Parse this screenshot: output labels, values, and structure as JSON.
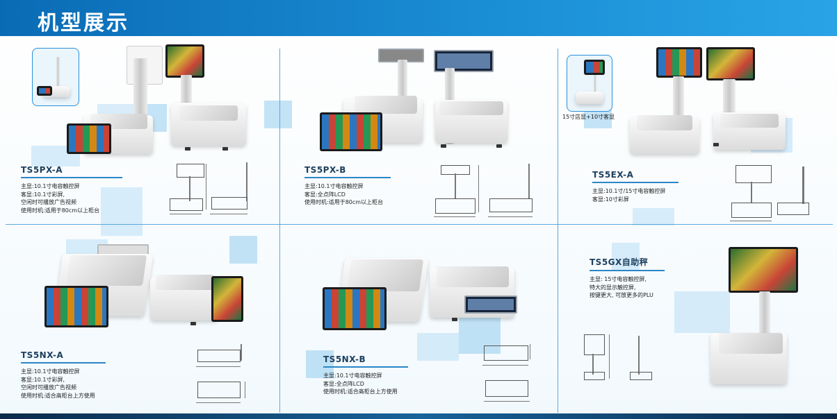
{
  "header": {
    "title": "机型展示"
  },
  "thumbs": {
    "ex_caption": "15寸店显+10寸客显"
  },
  "models": [
    {
      "name": "TS5PX-A",
      "specs": [
        "主显:10.1寸电容触控屏",
        "客显:10.1寸彩屏,",
        "空闲时可播放广告视频",
        "使用时机:适用于80cm以上柜台"
      ]
    },
    {
      "name": "TS5PX-B",
      "specs": [
        "主显:10.1寸电容触控屏",
        "客显:全点阵LCD",
        "使用时机:适用于80cm以上柜台"
      ]
    },
    {
      "name": "TS5EX-A",
      "specs": [
        "主显:10.1寸/15寸电容触控屏",
        "客显:10寸彩屏"
      ]
    },
    {
      "name": "TS5NX-A",
      "specs": [
        "主显:10.1寸电容触控屏",
        "客显:10.1寸彩屏,",
        "空闲时可播放广告视频",
        "使用时机:适合高柜台上方使用"
      ]
    },
    {
      "name": "TS5NX-B",
      "specs": [
        "主显:10.1寸电容触控屏",
        "客显:全点阵LCD",
        "使用时机:适合高柜台上方使用"
      ]
    },
    {
      "name": "TS5GX自助秤",
      "specs": [
        "主显: 15寸电容触控屏,",
        "特大的显示触控屏,",
        "按键更大, 可放更多的PLU"
      ]
    }
  ],
  "colors": {
    "header": "#1b8fd6",
    "accent_rule": "#2a86c8",
    "grid_line": "#5aa9dd"
  }
}
